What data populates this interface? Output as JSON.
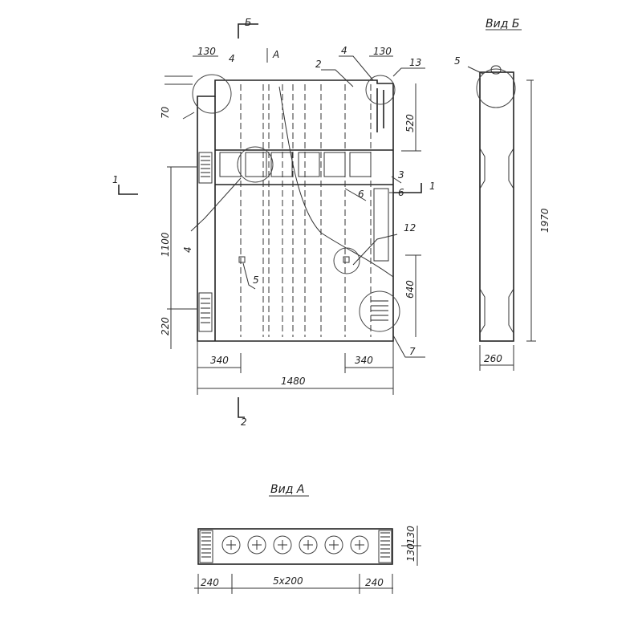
{
  "section_marks": {
    "s1_left": "1",
    "s1_right": "1",
    "s2_top": "Б",
    "s2_bottom": "2",
    "view_a": "А"
  },
  "callouts": {
    "c2": "2",
    "c3": "3",
    "c4_top_left": "4",
    "c4_top_right": "4",
    "c4_left": "4",
    "c5": "5",
    "c5_side": "5",
    "c6": "6",
    "c6b": "6",
    "c7": "7",
    "c12": "12",
    "c13": "13"
  },
  "dims": {
    "top_left_130": "130",
    "top_right_130": "130",
    "d70": "70",
    "d520": "520",
    "d1100": "1100",
    "d220": "220",
    "d640": "640",
    "d340_left": "340",
    "d340_right": "340",
    "d1480": "1480",
    "d1970": "1970",
    "d260": "260",
    "a240_left": "240",
    "a5x200": "5x200",
    "a240_right": "240",
    "a130_top": "130",
    "a130_bottom": "130"
  },
  "titles": {
    "view_b": "Вид Б",
    "view_a": "Вид А"
  }
}
